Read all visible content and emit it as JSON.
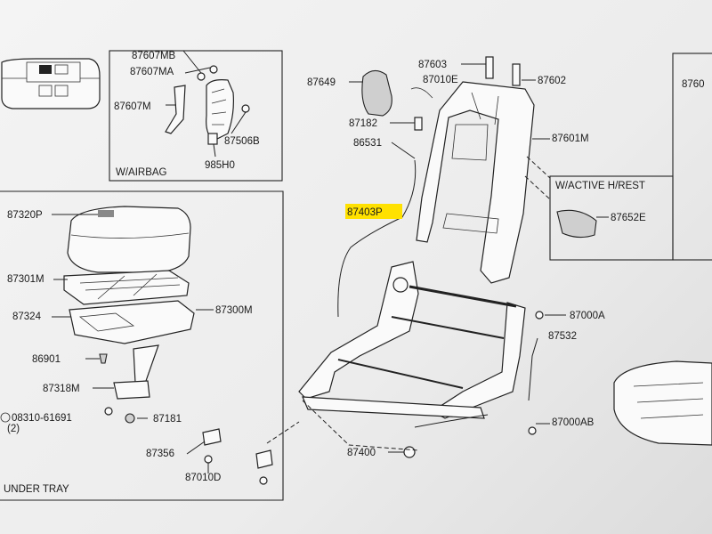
{
  "labels": {
    "p87607MB": "87607MB",
    "p87607MA": "87607MA",
    "p87607M": "87607M",
    "p87506B": "87506B",
    "p985H0": "985H0",
    "wairbag": "W/AIRBAG",
    "p87649": "87649",
    "p87603": "87603",
    "p87010E": "87010E",
    "p87602": "87602",
    "p87182": "87182",
    "p86531": "86531",
    "p87601M": "87601M",
    "p87403P": "87403P",
    "wactive": "W/ACTIVE H/REST",
    "p87652E": "87652E",
    "p87320P": "87320P",
    "p87301M": "87301M",
    "p87300M": "87300M",
    "p87324": "87324",
    "p86901": "86901",
    "p87318M": "87318M",
    "p08310": "08310-61691",
    "p08310qty": "(2)",
    "p87181": "87181",
    "p87356": "87356",
    "p87010D": "87010D",
    "undertray": "UNDER TRAY",
    "p87000A": "87000A",
    "p87532": "87532",
    "p87000AB": "87000AB",
    "p87400": "87400",
    "p8760x": "8760"
  },
  "highlight_color": "#ffe100"
}
